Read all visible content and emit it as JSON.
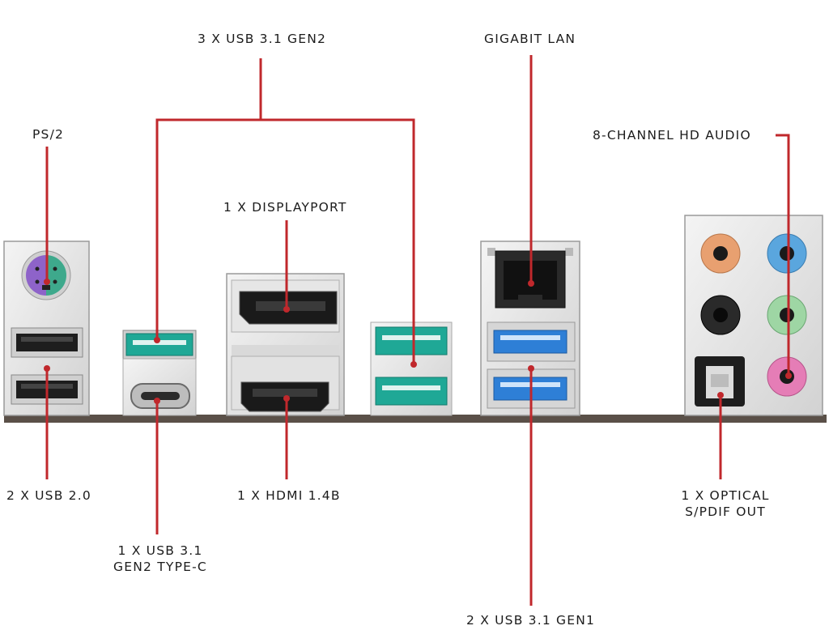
{
  "labels": {
    "usb31_gen2": "3 X USB 3.1 GEN2",
    "gigabit_lan": "GIGABIT LAN",
    "ps2": "PS/2",
    "hd_audio": "8-CHANNEL HD AUDIO",
    "displayport": "1 X DISPLAYPORT",
    "usb20": "2 X USB 2.0",
    "hdmi": "1 X HDMI 1.4B",
    "optical_line1": "1 X OPTICAL",
    "optical_line2": "S/PDIF OUT",
    "typec_line1": "1 X USB 3.1",
    "typec_line2": "GEN2 TYPE-C",
    "usb31_gen1": "2 X USB 3.1 GEN1"
  },
  "colors": {
    "callout_line": "#c0282c",
    "usb20_port": "#1e1e1e",
    "usb31_gen2_port": "#1fa896",
    "usb31_gen1_port": "#2e7fd6",
    "ps2_port": "#8e63c9",
    "audio_orange": "#e8a070",
    "audio_blue": "#5aa6de",
    "audio_black": "#2a2a2a",
    "audio_green": "#9ed6a4",
    "audio_pink": "#e57db6",
    "bracket": "#e6e6e6",
    "board_edge": "#5a5048"
  }
}
